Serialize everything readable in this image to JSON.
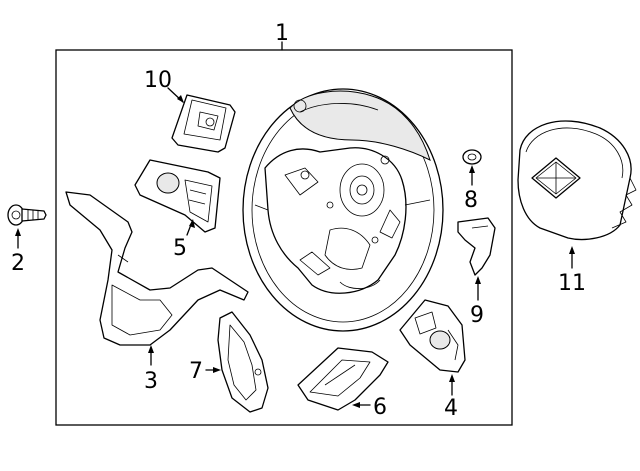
{
  "diagram": {
    "callouts": {
      "c1": "1",
      "c2": "2",
      "c3": "3",
      "c4": "4",
      "c5": "5",
      "c6": "6",
      "c7": "7",
      "c8": "8",
      "c9": "9",
      "c10": "10",
      "c11": "11"
    },
    "parts": [
      "steering-wheel",
      "bolt",
      "lower-bezel",
      "switch-right",
      "switch-left",
      "lower-cover-right",
      "lower-cover-left",
      "clip",
      "bracket",
      "switch-cover-upper",
      "airbag"
    ]
  }
}
